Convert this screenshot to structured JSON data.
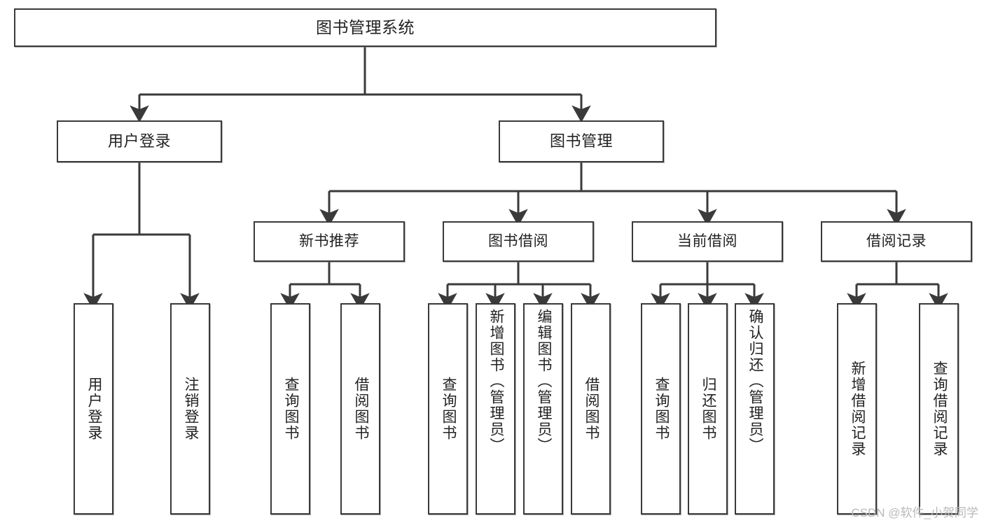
{
  "diagram": {
    "title": "图书管理系统",
    "type": "hierarchy-tree",
    "watermark": "CSDN @软件_小贺同学",
    "colors": {
      "box_border": "#3a3a3a",
      "box_fill": "#ffffff",
      "edge": "#3a3a3a",
      "text": "#222222",
      "watermark": "#b9b9b9"
    },
    "root": {
      "label": "图书管理系统"
    },
    "level2": [
      {
        "label": "用户登录"
      },
      {
        "label": "图书管理"
      }
    ],
    "level3": [
      {
        "label": "新书推荐"
      },
      {
        "label": "图书借阅"
      },
      {
        "label": "当前借阅"
      },
      {
        "label": "借阅记录"
      }
    ],
    "leaves": [
      {
        "label": "用户登录",
        "parent": "用户登录"
      },
      {
        "label": "注销登录",
        "parent": "用户登录"
      },
      {
        "label": "查询图书",
        "parent": "新书推荐"
      },
      {
        "label": "借阅图书",
        "parent": "新书推荐"
      },
      {
        "label": "查询图书",
        "parent": "图书借阅"
      },
      {
        "label": "新增图书（管理员）",
        "parent": "图书借阅"
      },
      {
        "label": "编辑图书（管理员）",
        "parent": "图书借阅"
      },
      {
        "label": "借阅图书",
        "parent": "图书借阅"
      },
      {
        "label": "查询图书",
        "parent": "当前借阅"
      },
      {
        "label": "归还图书",
        "parent": "当前借阅"
      },
      {
        "label": "确认归还（管理员）",
        "parent": "当前借阅"
      },
      {
        "label": "新增借阅记录",
        "parent": "借阅记录"
      },
      {
        "label": "查询借阅记录",
        "parent": "借阅记录"
      }
    ]
  }
}
